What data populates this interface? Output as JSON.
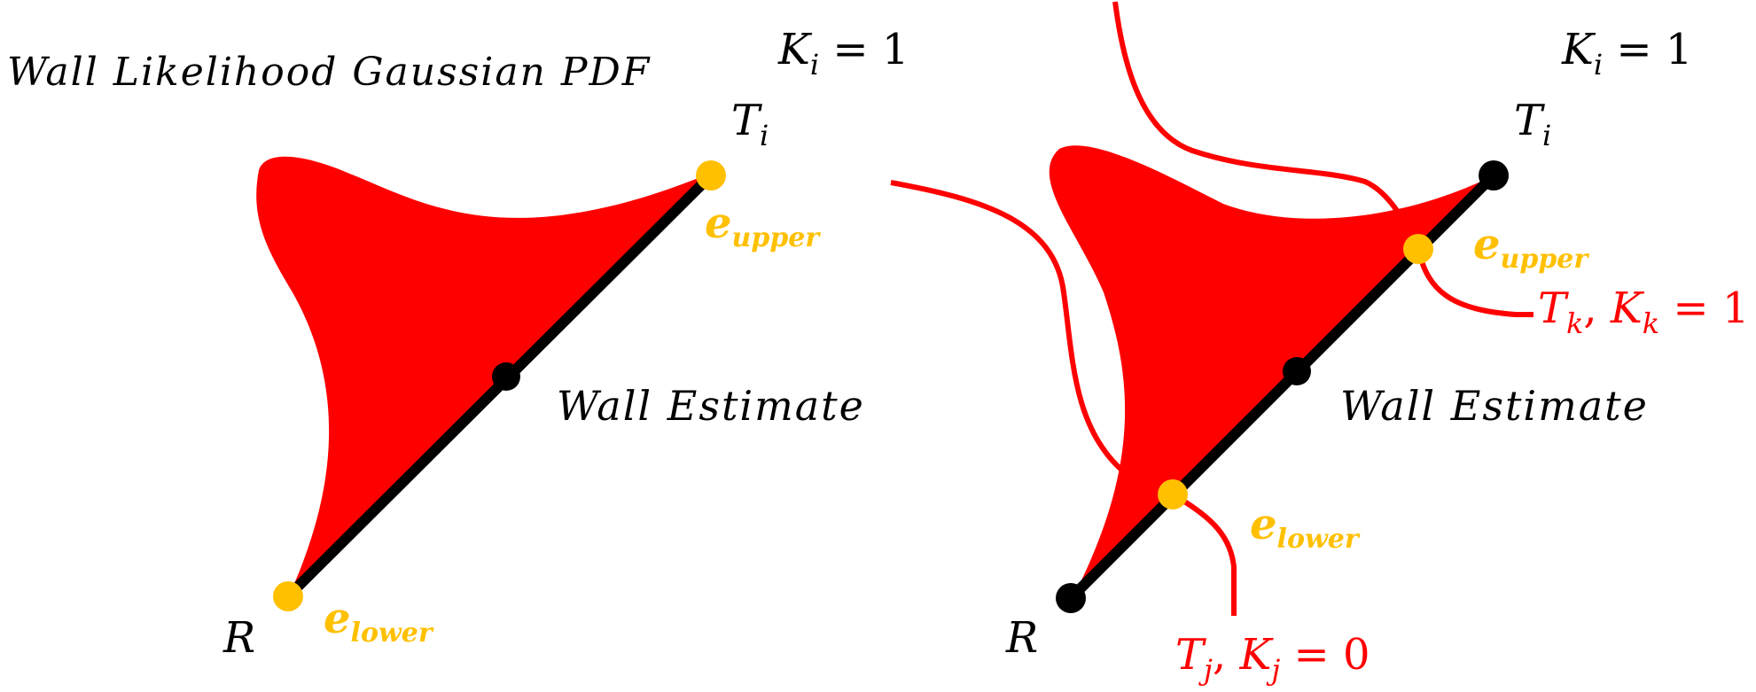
{
  "colors": {
    "pdf_fill": "#FF0000",
    "wall_line": "#000000",
    "endpoint_marker": "#FFC000",
    "neighbor_curve": "#FF0000"
  },
  "left_panel": {
    "title": "Wall Likelihood Gaussian PDF",
    "k_label": {
      "main": "K",
      "sub": "i",
      "rest": " = 1"
    },
    "t_label": {
      "main": "T",
      "sub": "i"
    },
    "r_label": "R",
    "e_upper": {
      "main": "e",
      "sub": "upper"
    },
    "e_lower": {
      "main": "e",
      "sub": "lower"
    },
    "wall_estimate": "Wall Estimate"
  },
  "right_panel": {
    "k_label": {
      "main": "K",
      "sub": "i",
      "rest": " = 1"
    },
    "t_label": {
      "main": "T",
      "sub": "i"
    },
    "r_label": "R",
    "e_upper": {
      "main": "e",
      "sub": "upper"
    },
    "e_lower": {
      "main": "e",
      "sub": "lower"
    },
    "wall_estimate": "Wall Estimate",
    "tk_label": {
      "t": "T",
      "t_sub": "k",
      "sep": ", ",
      "k": "K",
      "k_sub": "k",
      "rest": " = 1"
    },
    "tj_label": {
      "t": "T",
      "t_sub": "j",
      "sep": ", ",
      "k": "K",
      "k_sub": "j",
      "rest": " = 0"
    }
  }
}
